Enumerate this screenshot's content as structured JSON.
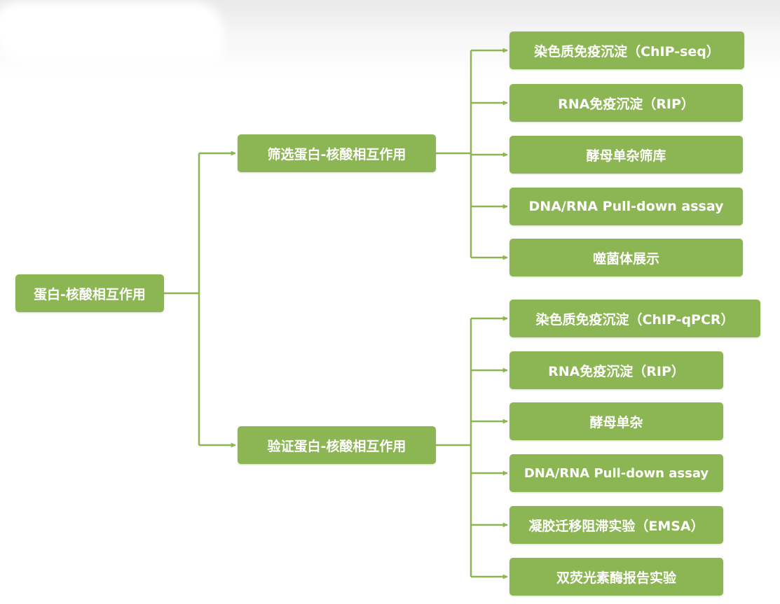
{
  "colors": {
    "node_fill": "#8cb553",
    "connector": "#8cb553",
    "node_text": "#ffffff"
  },
  "root": {
    "label": "蛋白-核酸相互作用"
  },
  "branches": [
    {
      "label": "筛选蛋白-核酸相互作用",
      "children": [
        "染色质免疫沉淀（ChIP-seq）",
        "RNA免疫沉淀（RIP）",
        "酵母单杂筛库",
        "DNA/RNA Pull-down assay",
        "噬菌体展示"
      ]
    },
    {
      "label": "验证蛋白-核酸相互作用",
      "children": [
        "染色质免疫沉淀（ChIP-qPCR）",
        "RNA免疫沉淀（RIP）",
        "酵母单杂",
        "DNA/RNA Pull-down assay",
        "凝胶迁移阻滞实验（EMSA）",
        "双荧光素酶报告实验"
      ]
    }
  ]
}
